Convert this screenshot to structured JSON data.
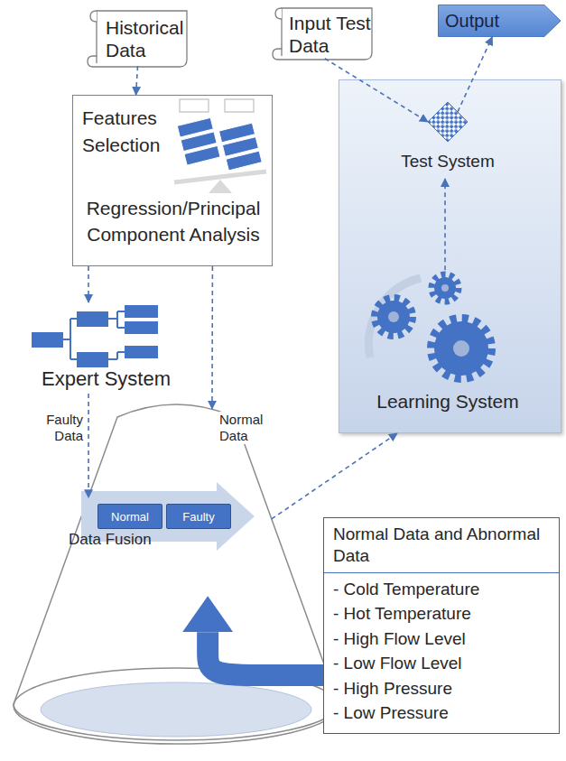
{
  "diagram": {
    "nodes": [
      {
        "text": [
          "Historical Data"
        ]
      },
      {
        "text": [
          "Input Test Data"
        ]
      },
      {
        "text": [
          "Output"
        ]
      },
      {
        "text": [
          "Features Selection",
          "Regression/Principal Component Analysis"
        ]
      },
      {
        "text": [
          "Expert System"
        ]
      },
      {
        "text": []
      },
      {
        "text": [
          "Test System"
        ],
        "in": 5
      },
      {
        "text": [
          "Learning System"
        ],
        "in": 5
      },
      {
        "text": [
          "Data Fusion"
        ]
      },
      {
        "text": [
          "Normal"
        ],
        "in": 8
      },
      {
        "text": [
          "Faulty"
        ],
        "in": 8
      },
      {
        "text": [
          "Normal Data and Abnormal Data",
          "- Cold Temperature",
          "- Hot Temperature",
          "- High Flow Level",
          "- Low Flow Level",
          "- High Pressure",
          "- Low Pressure"
        ]
      }
    ],
    "edges": [
      {
        "from": 0,
        "to": 3,
        "arrow": "to"
      },
      {
        "from": 1,
        "to": 6,
        "arrow": "to"
      },
      {
        "from": 6,
        "to": 2,
        "arrow": "to"
      },
      {
        "from": 3,
        "to": 4,
        "arrow": "to"
      },
      {
        "from": 4,
        "to": 8,
        "label": "Faulty Data",
        "arrow": "to"
      },
      {
        "from": 3,
        "to": 8,
        "label": "Normal Data",
        "arrow": "to"
      },
      {
        "from": 8,
        "to": 5,
        "arrow": "to"
      },
      {
        "from": 7,
        "to": 6,
        "arrow": "to"
      },
      {
        "from": 11,
        "to": 8,
        "arrow": "to"
      }
    ]
  }
}
